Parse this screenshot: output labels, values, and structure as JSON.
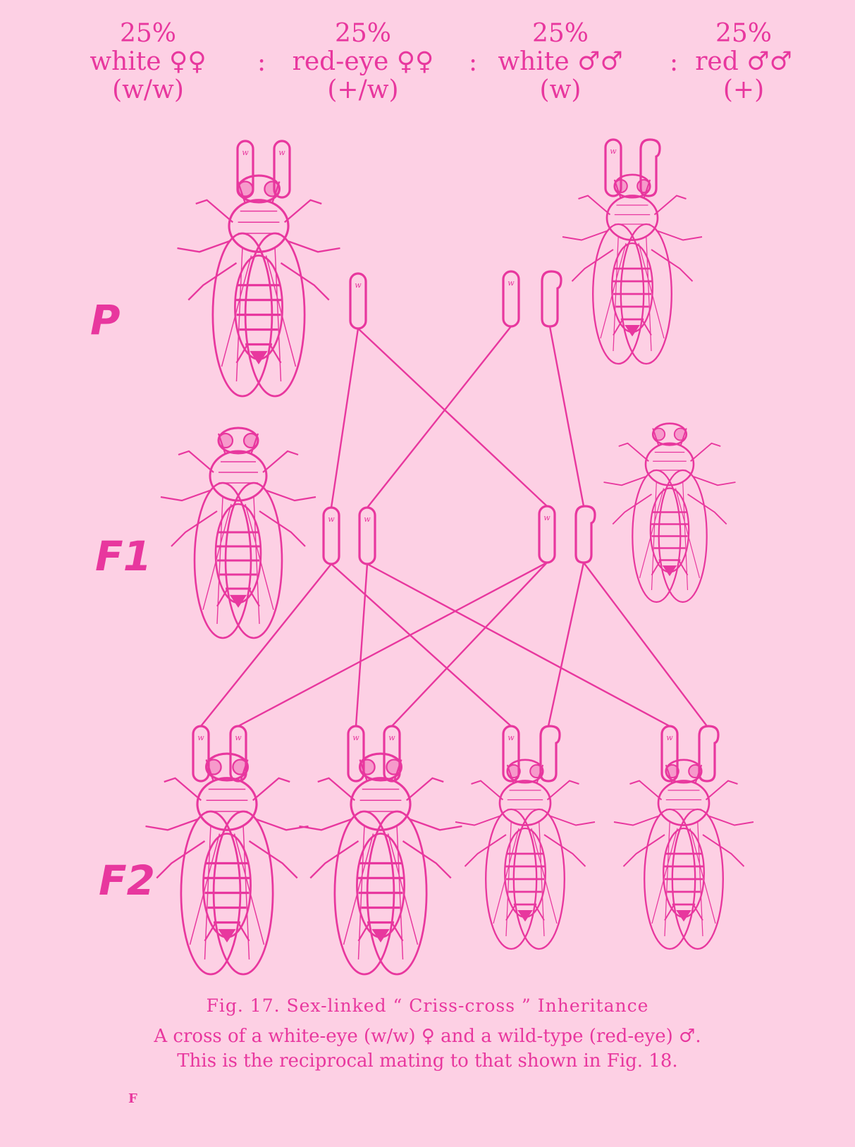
{
  "header": {
    "groups": [
      {
        "percent": "25%",
        "label": "white ♀♀",
        "genotype": "(w/w)"
      },
      {
        "percent": "25%",
        "label": "red-eye ♀♀",
        "genotype": "(+/w)"
      },
      {
        "percent": "25%",
        "label": "white ♂♂",
        "genotype": "(w)"
      },
      {
        "percent": "25%",
        "label": "red ♂♂",
        "genotype": "(+)"
      }
    ],
    "separator": ":"
  },
  "generations": {
    "p": "P",
    "f1": "F1",
    "f2": "F2"
  },
  "chromosome_label": "w",
  "caption": {
    "title": "Fig. 17. Sex-linked “ Criss-cross ” Inheritance",
    "line1": "A cross of a white-eye (w/w) ♀ and a wild-type (red-eye) ♂.",
    "line2": "This is the reciprocal mating to that shown in Fig. 18."
  },
  "folio": "F",
  "colors": {
    "background": "#fdd0e4",
    "ink": "#e8379e"
  }
}
